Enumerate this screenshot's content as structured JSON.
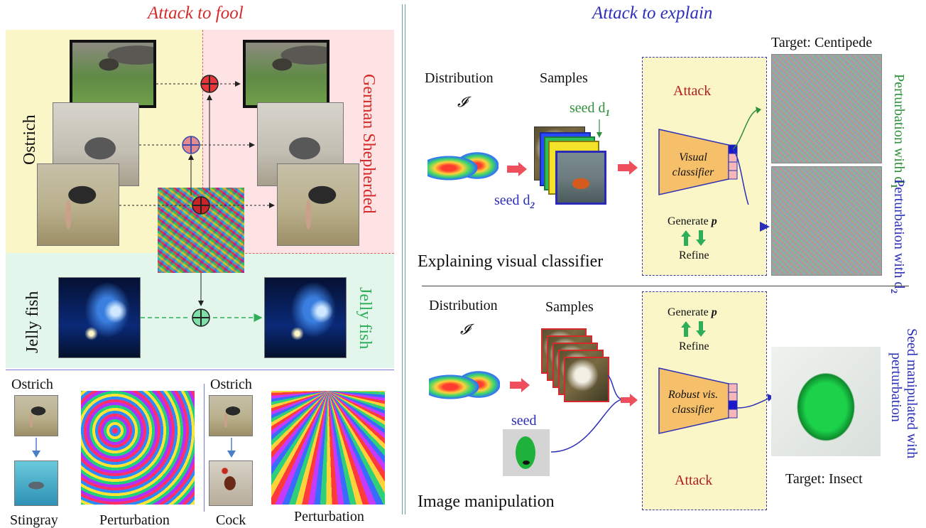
{
  "left": {
    "title": "Attack to fool",
    "class_ostrich": "Ostrich",
    "target_german_shepherd": "German Shepherded",
    "class_jellyfish": "Jelly fish",
    "result_jellyfish": "Jelly fish",
    "examples": [
      {
        "source": "Ostrich",
        "target": "Stingray",
        "caption": "Perturbation"
      },
      {
        "source": "Ostrich",
        "target": "Cock",
        "caption": "Perturbation"
      }
    ]
  },
  "right": {
    "title": "Attack to explain",
    "top": {
      "distribution_label": "Distribution",
      "distribution_symbol": "𝓘",
      "samples_label": "Samples",
      "seed_d1": "seed d",
      "seed_d1_sub": "1",
      "seed_d2": "seed d",
      "seed_d2_sub": "2",
      "attack_label": "Attack",
      "classifier_label": [
        "Visual",
        "classifier"
      ],
      "generate_label": "Generate p",
      "refine_label": "Refine",
      "target_label": "Target: Centipede",
      "pert_d1": "Perturbation with d",
      "pert_d1_sub": "1",
      "pert_d2": "Perturbation with d",
      "pert_d2_sub": "2",
      "caption": "Explaining visual classifier"
    },
    "bottom": {
      "distribution_label": "Distribution",
      "distribution_symbol": "𝓘",
      "samples_label": "Samples",
      "seed_label": "seed",
      "attack_label": "Attack",
      "classifier_label": [
        "Robust vis.",
        "classifier"
      ],
      "generate_label": "Generate p",
      "refine_label": "Refine",
      "target_label": "Target: Insect",
      "side_label": [
        "Seed manipulated with",
        "perturbation"
      ],
      "caption": "Image manipulation"
    }
  },
  "colors": {
    "red_title": "#d42a2a",
    "blue_title": "#2b2fb8",
    "green_text": "#2f8f3a",
    "panel_yellow": "#fbf6c8",
    "panel_pink": "#fde3e3",
    "panel_mint": "#e2f6ec"
  }
}
